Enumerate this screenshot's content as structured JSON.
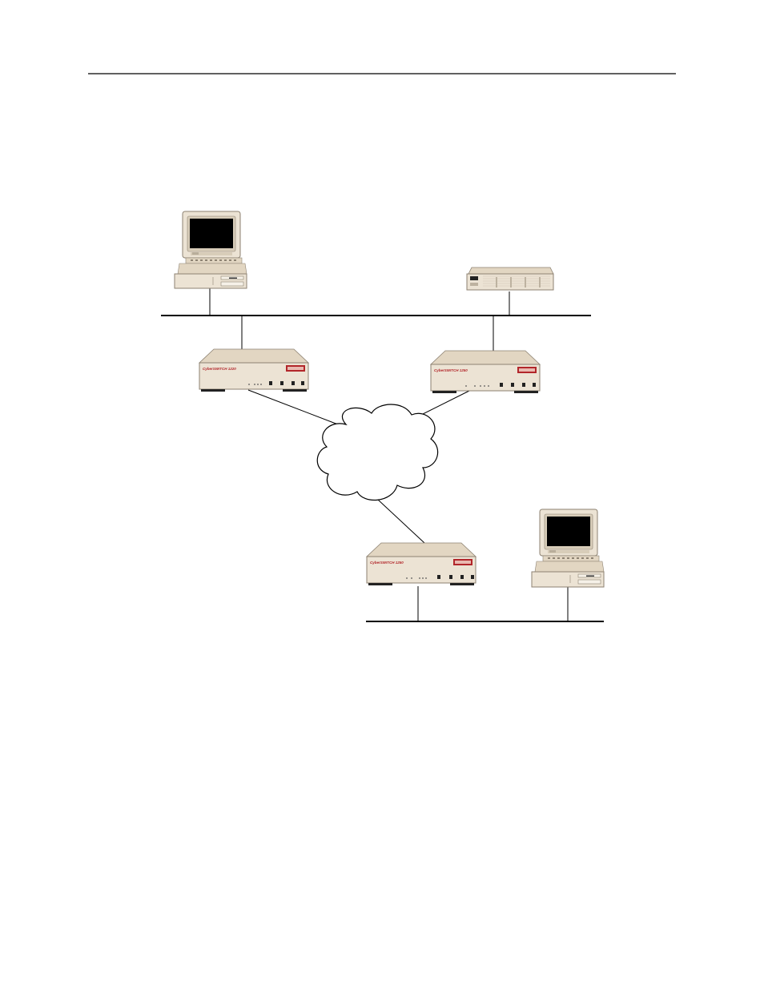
{
  "page": {
    "header_rule": true
  },
  "diagram": {
    "nodes": [
      {
        "id": "workstation-left",
        "kind": "desktop-computer",
        "icon": "desktop-computer-icon"
      },
      {
        "id": "server-right",
        "kind": "rack-server",
        "icon": "rack-server-icon"
      },
      {
        "id": "router-left",
        "kind": "router",
        "icon": "router-icon",
        "brand_label": "CyberSWITCH 1220"
      },
      {
        "id": "router-right",
        "kind": "router",
        "icon": "router-icon",
        "brand_label": "CyberSWITCH 1250"
      },
      {
        "id": "router-bottom",
        "kind": "router",
        "icon": "router-icon",
        "brand_label": "CyberSWITCH 1250"
      },
      {
        "id": "wan-cloud",
        "kind": "cloud",
        "icon": "cloud-icon"
      },
      {
        "id": "workstation-bottom",
        "kind": "desktop-computer",
        "icon": "desktop-computer-icon"
      }
    ],
    "colors": {
      "device_body": "#ece3d4",
      "device_top": "#e2d6c2",
      "device_shadow": "#cdbfa8",
      "screen": "#000000",
      "line": "#000000",
      "brand_red": "#b2262a"
    }
  }
}
